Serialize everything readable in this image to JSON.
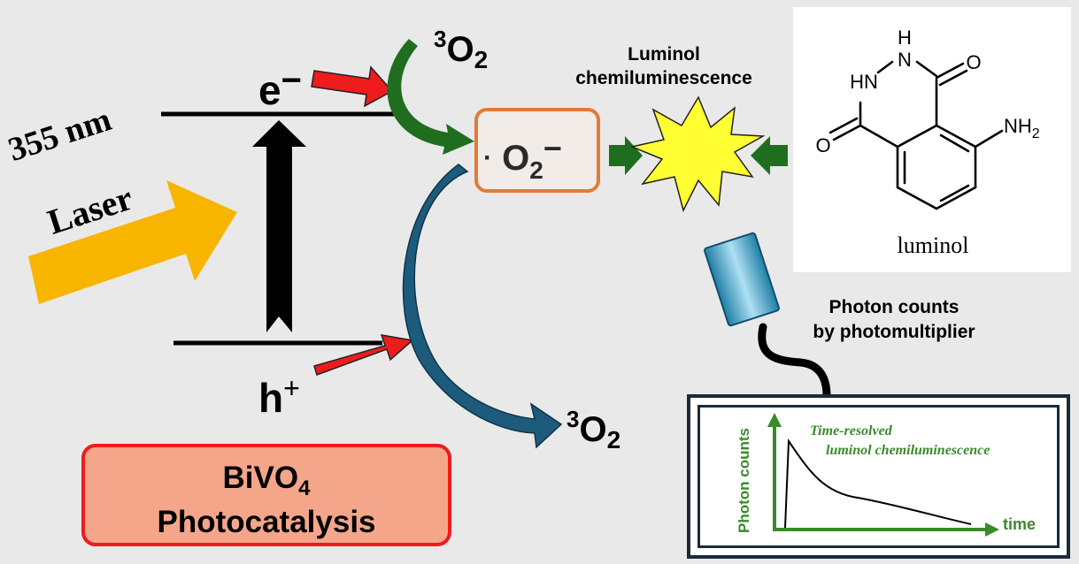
{
  "laser": {
    "wavelength": "355 nm",
    "word": "Laser"
  },
  "bands": {
    "electron": "e",
    "electron_sign": "−",
    "hole": "h",
    "hole_sign": "+"
  },
  "oxygen": {
    "triplet_sup": "3",
    "triplet_base": "O",
    "triplet_sub": "2"
  },
  "superoxide": {
    "dot": "·",
    "base": "O",
    "sub": "2",
    "charge": "−"
  },
  "chemiluminescence_label": [
    "Luminol",
    "chemiluminescence"
  ],
  "luminol_structure": {
    "atoms": {
      "nh": "H",
      "n": "N",
      "hn": "HN",
      "o_top": "O",
      "o_left": "O",
      "nh2": "NH",
      "nh2_sub": "2"
    },
    "name": "luminol"
  },
  "photon_label": [
    "Photon counts",
    "by photomultiplier"
  ],
  "catalyst": {
    "formula_base": "BiVO",
    "formula_sub": "4",
    "process": "Photocatalysis"
  },
  "plot": {
    "ylabel": "Photon counts",
    "xlabel": "time",
    "annotation": [
      "Time-resolved",
      "luminol chemiluminescence"
    ]
  },
  "colors": {
    "background": "#e9e9e9",
    "laser_arrow": "#f7b500",
    "red_arrow": "#ee1c1c",
    "green_arrow": "#1f6e1f",
    "blue_arrow": "#1d5b7d",
    "superoxide_border": "#e07b39",
    "star": "#ffff33",
    "plot_green": "#3a8a2a",
    "catalyst_fill": "#f4a68a"
  }
}
